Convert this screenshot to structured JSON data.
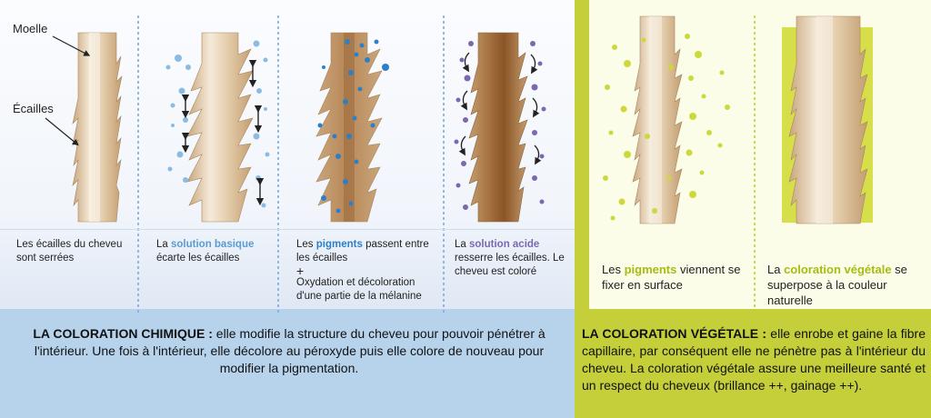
{
  "labels": {
    "moelle": "Moelle",
    "ecailles": "Écailles"
  },
  "chemical": {
    "captions": [
      {
        "pre": "Les écailles du cheveu sont serrées",
        "hl": "",
        "post": ""
      },
      {
        "pre": "La ",
        "hl": "solution basique",
        "post": " écarte les écailles"
      },
      {
        "pre": "Les ",
        "hl": "pigments",
        "post": " passent entre les écailles",
        "plus": "+",
        "extra": "Oxydation et décoloration d'une partie de la mélanine"
      },
      {
        "pre": "La ",
        "hl": "solution acide",
        "post": " resserre les écailles. Le cheveu est coloré"
      }
    ],
    "summary_title": "LA COLORATION CHIMIQUE :",
    "summary_text": " elle modifie la structure du cheveu pour pouvoir pénétrer à l'intérieur. Une fois à l'intérieur, elle décolore au péroxyde puis elle colore de nouveau pour modifier la pigmentation."
  },
  "vegetal": {
    "captions": [
      {
        "pre": "Les ",
        "hl": "pigments",
        "post": " viennent se fixer en surface"
      },
      {
        "pre": "La ",
        "hl": "coloration végétale",
        "post": " se superpose à la couleur naturelle"
      }
    ],
    "summary_title": "LA COLORATION VÉGÉTALE :",
    "summary_text": " elle enrobe et gaine la fibre capillaire, par conséquent elle ne pénètre pas à l'intérieur du cheveu. La coloration végétale assure une meilleure santé et un respect du cheveux (brillance ++, gainage ++)."
  },
  "colors": {
    "hair": "#d2b48c",
    "hair_light": "#f3e6d2",
    "medulla": "#e8d3b6",
    "blue": "#5b9bd0",
    "purple": "#7a68b0",
    "green": "#c8d42a"
  }
}
